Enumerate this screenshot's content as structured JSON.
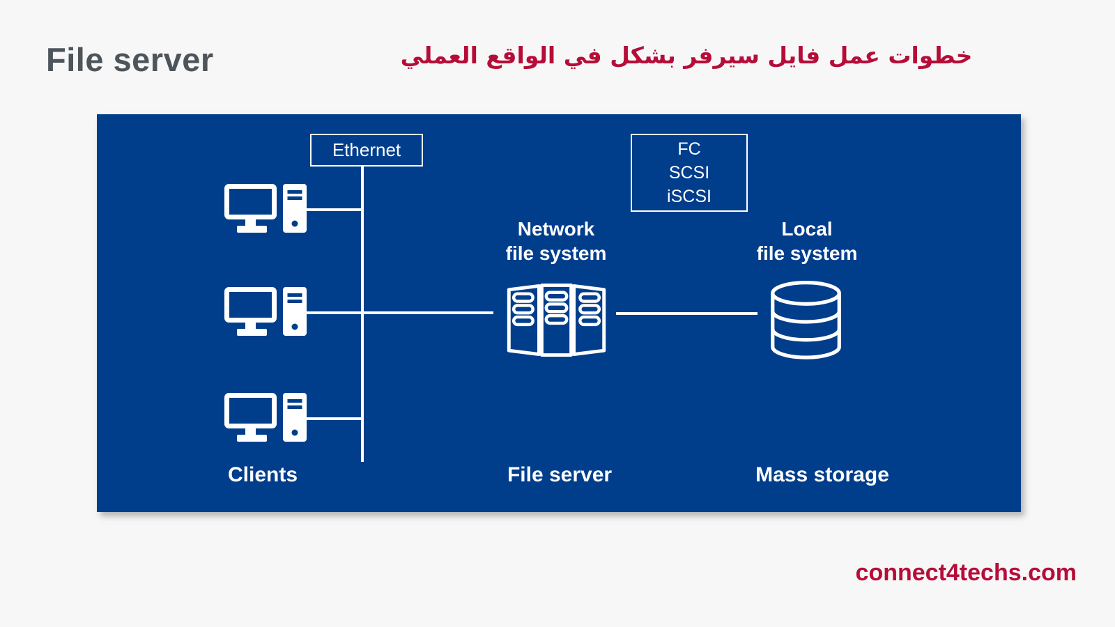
{
  "page": {
    "title": "File server",
    "subtitle_arabic": "خطوات عمل فايل سيرفر بشكل في الواقع العملي",
    "footer_site": "connect4techs.com"
  },
  "diagram": {
    "ethernet_label": "Ethernet",
    "protocols": [
      "FC",
      "SCSI",
      "iSCSI"
    ],
    "network_fs": {
      "line1": "Network",
      "line2": "file system"
    },
    "local_fs": {
      "line1": "Local",
      "line2": "file system"
    },
    "bottom_labels": {
      "clients": "Clients",
      "file_server": "File server",
      "mass_storage": "Mass storage"
    },
    "icons": {
      "client": "desktop-computer-icon",
      "server": "server-rack-icon",
      "storage": "disk-stack-icon"
    }
  },
  "colors": {
    "panel_blue": "#003e8c",
    "accent_red": "#b60d38",
    "title_gray": "#4d555b",
    "diagram_white": "#ffffff",
    "page_bg": "#f7f7f8"
  }
}
